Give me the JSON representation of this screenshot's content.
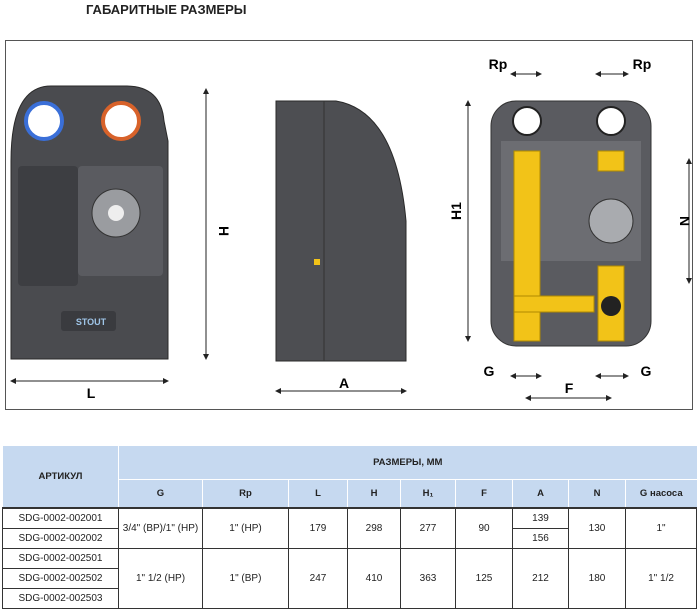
{
  "title": "ГАБАРИТНЫЕ РАЗМЕРЫ",
  "drawing": {
    "labels": {
      "H": "H",
      "L": "L",
      "A": "A",
      "H1": "H1",
      "N": "N",
      "Rp": "Rp",
      "G": "G",
      "F": "F"
    },
    "logo": "STOUT",
    "colors": {
      "body": "#4a4b4f",
      "brass": "#f2c318",
      "frame": "#555555"
    }
  },
  "table": {
    "header": {
      "article": "АРТИКУЛ",
      "dimensions": "РАЗМЕРЫ, ММ"
    },
    "columns": [
      "G",
      "Rp",
      "L",
      "H",
      "H₁",
      "F",
      "A",
      "N",
      "G насоса"
    ],
    "groups": [
      {
        "articles": [
          "SDG-0002-002001",
          "SDG-0002-002002"
        ],
        "G": "3/4\" (ВР)/1\" (НР)",
        "Rp": "1\" (НР)",
        "L": "179",
        "H": "298",
        "H1": "277",
        "F": "90",
        "A": [
          "139",
          "156"
        ],
        "N": "130",
        "G_pump": "1\""
      },
      {
        "articles": [
          "SDG-0002-002501",
          "SDG-0002-002502",
          "SDG-0002-002503"
        ],
        "G": "1\" 1/2 (НР)",
        "Rp": "1\" (ВР)",
        "L": "247",
        "H": "410",
        "H1": "363",
        "F": "125",
        "A": [
          "212"
        ],
        "N": "180",
        "G_pump": "1\" 1/2"
      }
    ],
    "header_color": "#c6d9f0"
  }
}
